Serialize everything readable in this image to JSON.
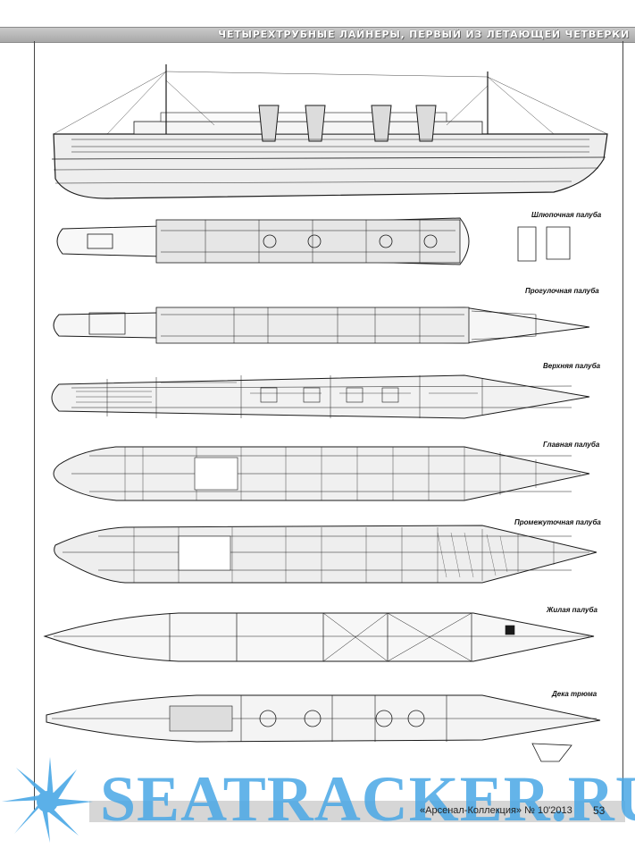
{
  "header": {
    "title": "ЧЕТЫРЕХТРУБНЫЕ ЛАЙНЕРЫ, ПЕРВЫЙ ИЗ ЛЕТАЮЩЕЙ ЧЕТВЕРКИ"
  },
  "decks": [
    {
      "label": "Шлюпочная палуба"
    },
    {
      "label": "Прогулочная палуба"
    },
    {
      "label": "Верхняя палуба"
    },
    {
      "label": "Главная палуба"
    },
    {
      "label": "Промежуточная палуба"
    },
    {
      "label": "Жилая палуба"
    },
    {
      "label": "Дека трюма"
    }
  ],
  "footer": {
    "publication": "«Арсенал-Коллекция» № 10'2013",
    "page_number": "53"
  },
  "watermark": {
    "text": "SEATRACKER.RU"
  },
  "colors": {
    "watermark": "#4aa8e6",
    "header_band": "#b4b4b4",
    "ink": "#1a1a1a"
  }
}
